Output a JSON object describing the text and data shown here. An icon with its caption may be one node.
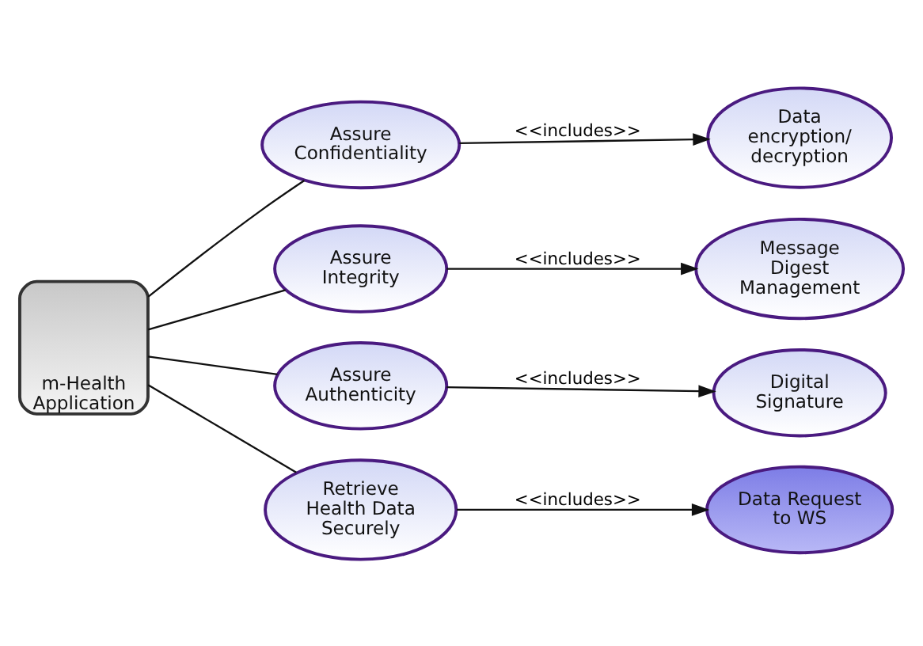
{
  "diagram": {
    "nodes": [
      {
        "text": [
          "m-Health Application"
        ]
      },
      {
        "text": [
          "Assure Confidentiality"
        ]
      },
      {
        "text": [
          "Data encryption/ decryption"
        ]
      },
      {
        "text": [
          "Assure Integrity"
        ]
      },
      {
        "text": [
          "Message Digest Management"
        ]
      },
      {
        "text": [
          "Assure Authenticity"
        ]
      },
      {
        "text": [
          "Digital Signature"
        ]
      },
      {
        "text": [
          "Retrieve Health Data Securely"
        ]
      },
      {
        "text": [
          "Data Request to WS"
        ]
      }
    ],
    "edges": [
      {
        "from": 0,
        "to": 1,
        "arrow": "none"
      },
      {
        "from": 0,
        "to": 3,
        "arrow": "none"
      },
      {
        "from": 0,
        "to": 5,
        "arrow": "none"
      },
      {
        "from": 0,
        "to": 7,
        "arrow": "none"
      },
      {
        "from": 1,
        "to": 2,
        "arrow": "to",
        "label": "<<includes>>"
      },
      {
        "from": 3,
        "to": 4,
        "arrow": "to",
        "label": "<<includes>>"
      },
      {
        "from": 5,
        "to": 6,
        "arrow": "to",
        "label": "<<includes>>"
      },
      {
        "from": 7,
        "to": 8,
        "arrow": "to",
        "label": "<<includes>>"
      }
    ]
  }
}
